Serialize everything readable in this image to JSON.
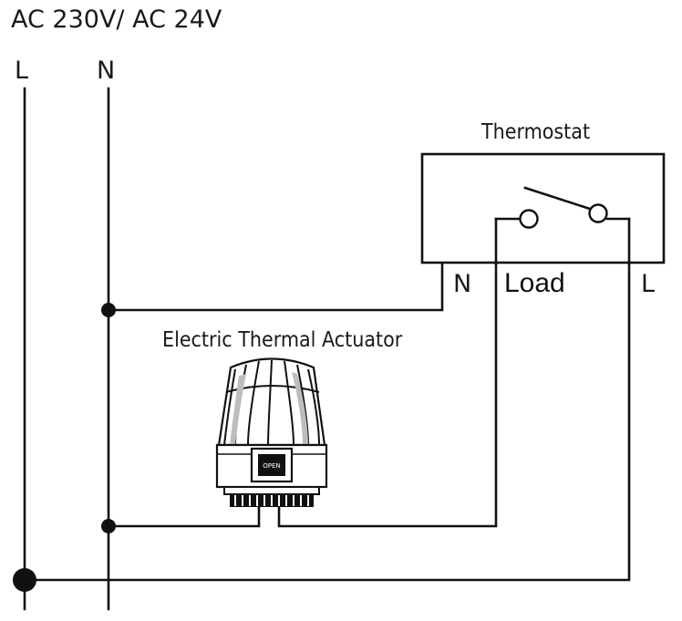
{
  "supply": {
    "voltage_label": "AC 230V/ AC 24V",
    "live_label": "L",
    "neutral_label": "N"
  },
  "thermostat": {
    "title": "Thermostat",
    "terminal_n": "N",
    "terminal_load": "Load",
    "terminal_l": "L"
  },
  "actuator": {
    "title": "Electric Thermal Actuator",
    "button_label": "OPEN"
  },
  "colors": {
    "ink": "#111111",
    "background": "#ffffff",
    "actuator_body": "#ffffff",
    "actuator_shade": "#bdbdbd"
  }
}
